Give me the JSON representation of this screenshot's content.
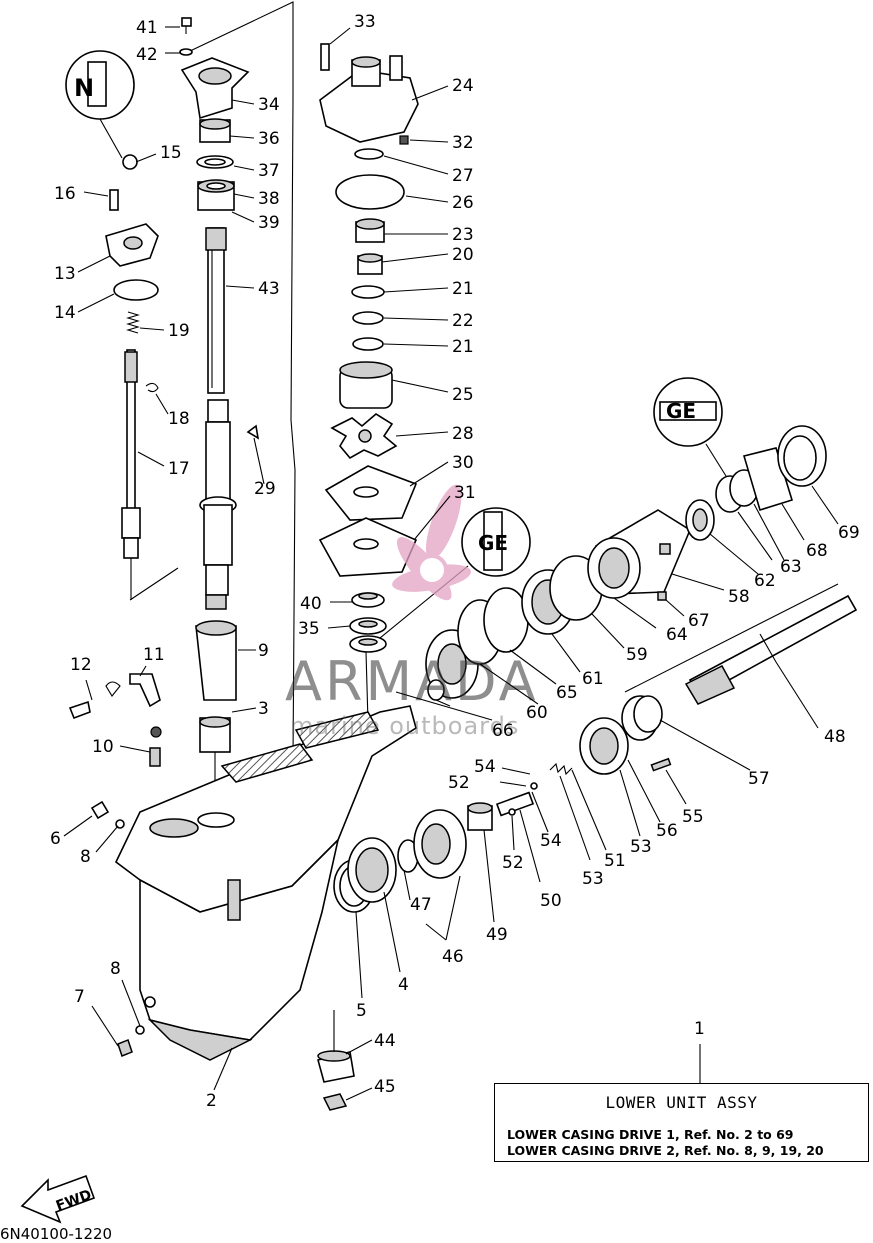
{
  "diagram": {
    "callouts": [
      "41",
      "42",
      "34",
      "36",
      "37",
      "38",
      "39",
      "43",
      "15",
      "16",
      "13",
      "14",
      "19",
      "18",
      "17",
      "29",
      "33",
      "24",
      "32",
      "27",
      "26",
      "23",
      "20",
      "21",
      "22",
      "21",
      "25",
      "28",
      "30",
      "31",
      "40",
      "35",
      "9",
      "3",
      "12",
      "11",
      "10",
      "6",
      "8",
      "7",
      "8",
      "2",
      "1",
      "44",
      "45",
      "5",
      "4",
      "47",
      "46",
      "49",
      "50",
      "52",
      "54",
      "52",
      "54",
      "53",
      "51",
      "53",
      "56",
      "55",
      "57",
      "48",
      "66",
      "60",
      "65",
      "61",
      "59",
      "64",
      "67",
      "58",
      "62",
      "63",
      "68",
      "69"
    ],
    "symbols": {
      "sealant_top_left": "N",
      "grease_middle": "GE",
      "grease_top_right": "GE"
    }
  },
  "legend": {
    "title": "LOWER UNIT ASSY",
    "line_1": "LOWER CASING DRIVE 1,  Ref. No. 2 to 69",
    "line_2": "LOWER CASING DRIVE 2,  Ref. No. 8, 9, 19, 20"
  },
  "fwd_label": "FWD",
  "document_code": "6N40100-1220",
  "watermark": {
    "name": "ARMADA",
    "subtitle": "marine outboards",
    "color": "#e3a3c4"
  }
}
